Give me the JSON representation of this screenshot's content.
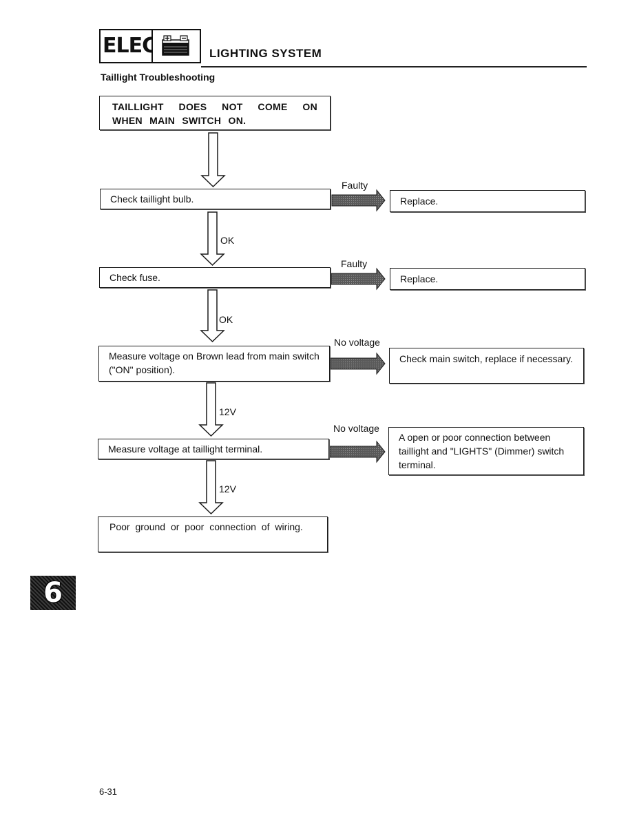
{
  "header": {
    "section_code": "ELEC",
    "battery_icon": "battery-icon",
    "section_title": "LIGHTING SYSTEM"
  },
  "subtitle": "Taillight Troubleshooting",
  "flow": {
    "start": "TAILLIGHT DOES NOT COME ON WHEN MAIN SWITCH ON.",
    "step1": "Check taillight bulb.",
    "step2": "Check fuse.",
    "step3": "Measure voltage on Brown lead from main switch (\"ON\" position).",
    "step4": "Measure voltage at taillight terminal.",
    "end": "Poor ground or poor connection of wiring."
  },
  "outcomes": {
    "step1_fail_label": "Faulty",
    "step1_fail_action": "Replace.",
    "step2_fail_label": "Faulty",
    "step2_fail_action": "Replace.",
    "step3_fail_label": "No voltage",
    "step3_fail_action": "Check main switch, replace if necessary.",
    "step4_fail_label": "No voltage",
    "step4_fail_action": "A open or poor connection between taillight and \"LIGHTS\" (Dimmer) switch terminal."
  },
  "pass_labels": {
    "after_step1": "OK",
    "after_step2": "OK",
    "after_step3": "12V",
    "after_step4": "12V"
  },
  "chapter_tab": "6",
  "page_number": "6-31"
}
